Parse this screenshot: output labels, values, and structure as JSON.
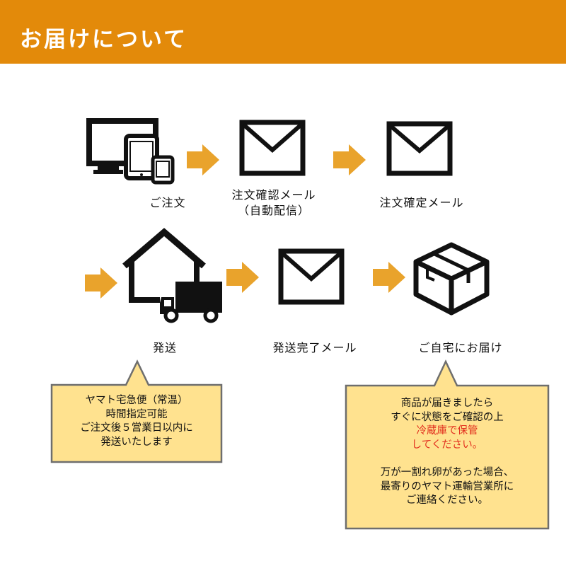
{
  "header": {
    "title": "お届けについて"
  },
  "colors": {
    "header_bg": "#e38a0a",
    "arrow": "#e9a32c",
    "note_bg": "#ffe28f",
    "note_border": "#6e6e6e",
    "highlight_text": "#e2301f"
  },
  "steps": [
    {
      "id": "order",
      "icon": "devices-icon",
      "label_lines": [
        "ご注文"
      ]
    },
    {
      "id": "confirm-auto",
      "icon": "envelope-icon",
      "label_lines": [
        "注文確認メール",
        "（自動配信）"
      ]
    },
    {
      "id": "confirmed",
      "icon": "envelope-icon",
      "label_lines": [
        "注文確定メール"
      ]
    },
    {
      "id": "ship",
      "icon": "house-truck-icon",
      "label_lines": [
        "発送"
      ]
    },
    {
      "id": "shipped",
      "icon": "envelope-icon",
      "label_lines": [
        "発送完了メール"
      ]
    },
    {
      "id": "deliver",
      "icon": "package-icon",
      "label_lines": [
        "ご自宅にお届け"
      ]
    }
  ],
  "notes": {
    "shipping": [
      "ヤマト宅急便（常温）",
      "時間指定可能",
      "ご注文後５営業日以内に",
      "発送いたします"
    ],
    "delivery": {
      "line1": "商品が届きましたら",
      "line2": "すぐに状態をご確認の上",
      "line3": "冷蔵庫で保管",
      "line4": "してください。",
      "line5": "",
      "line6": "万が一割れ卵があった場合、",
      "line7": "最寄りのヤマト運輸営業所に",
      "line8": "ご連絡ください。"
    }
  }
}
